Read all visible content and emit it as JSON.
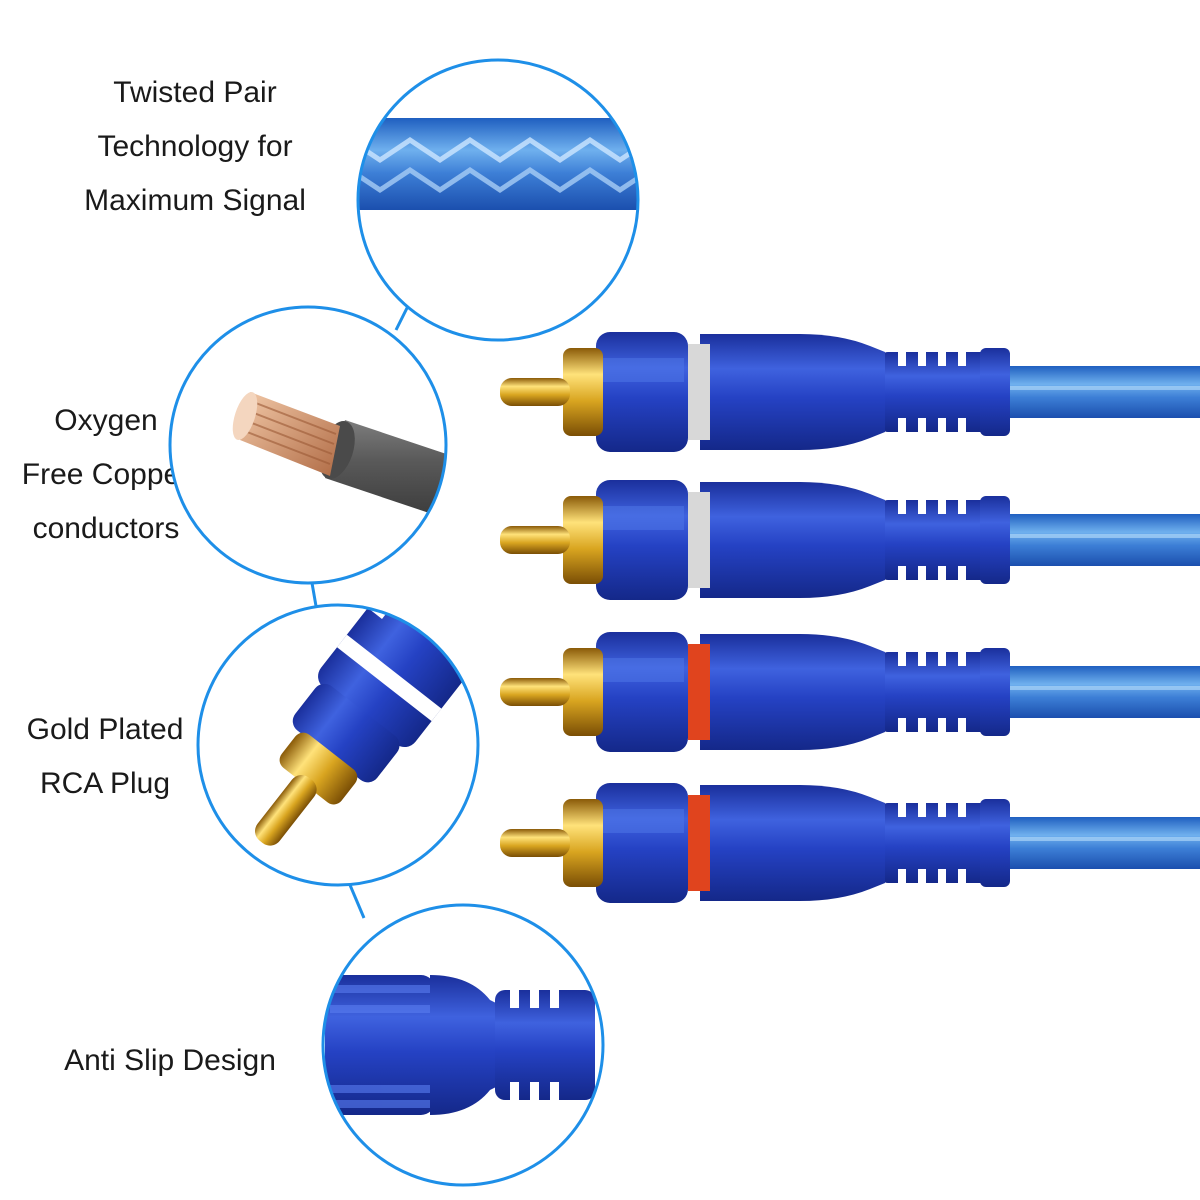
{
  "features": [
    {
      "lines": [
        "Twisted Pair",
        "Technology for",
        "Maximum Signal"
      ],
      "icon": "braided-cable-closeup"
    },
    {
      "lines": [
        "Oxygen",
        "Free Copper",
        "conductors"
      ],
      "icon": "copper-wire-closeup"
    },
    {
      "lines": [
        "Gold Plated",
        "RCA Plug"
      ],
      "icon": "rca-plug-closeup"
    },
    {
      "lines": [
        "Anti Slip Design"
      ],
      "icon": "grip-ridges-closeup"
    }
  ],
  "colors": {
    "circle_outline": "#1e8fe8",
    "connector_blue": "#1f3fb8",
    "cable_blue": "#3d7fd6",
    "gold": "#d9a520",
    "white_band": "#d8d8d8",
    "red_band": "#e0441e"
  },
  "plugs": [
    {
      "band_color": "white"
    },
    {
      "band_color": "white"
    },
    {
      "band_color": "red"
    },
    {
      "band_color": "red"
    }
  ]
}
